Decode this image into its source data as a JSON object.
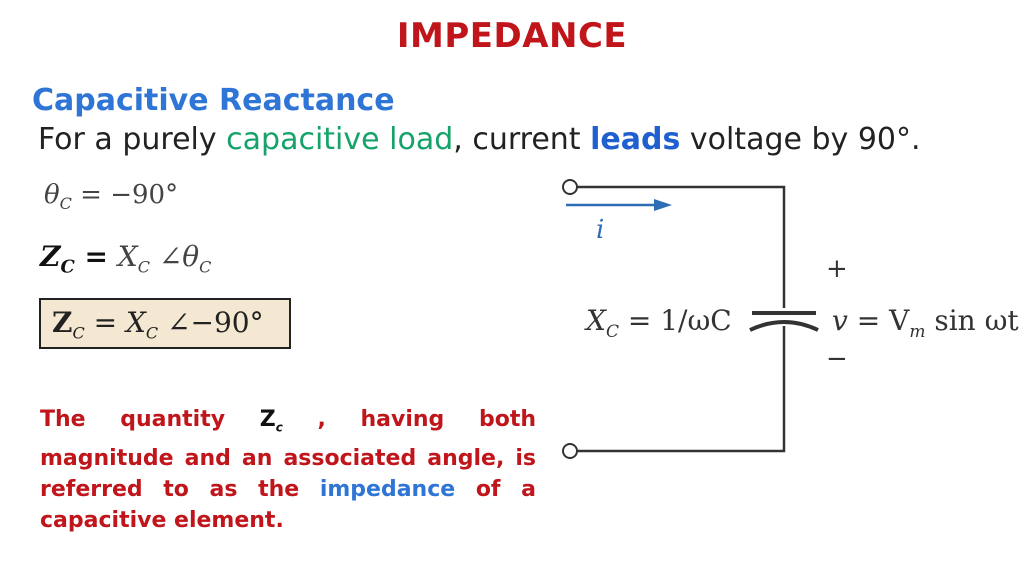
{
  "title": "IMPEDANCE",
  "subtitle": "Capacitive Reactance",
  "statement": {
    "part1": "For a purely ",
    "highlight": "capacitive load",
    "part2": ", current ",
    "emphasis": "leads",
    "part3": " voltage by 90°."
  },
  "equations": {
    "theta": "θ",
    "theta_sub": "C",
    "theta_rhs": " = −90°",
    "zc_lhs": "Z",
    "zc_lhs_sub": "C",
    "zc_eq": " = ",
    "zc_rhs_x": "X",
    "zc_rhs_x_sub": "C",
    "zc_rhs_angle": " ∠θ",
    "zc_rhs_angle_sub": "C",
    "boxed_lhs": "Z",
    "boxed_lhs_sub": "C",
    "boxed_mid": " = X",
    "boxed_mid_sub": "C",
    "boxed_rhs": "  ∠−90°"
  },
  "note": {
    "text1": "The quantity ",
    "symbol": "Z",
    "symbol_sub": "c",
    "text2": " , having both magnitude and an associated angle, is referred to as the ",
    "highlight": "impedance",
    "text3": " of a capacitive element."
  },
  "circuit": {
    "current_label": "i",
    "plus_label": "+",
    "minus_label": "−",
    "xc_label": "X",
    "xc_sub": "C",
    "xc_formula": " =  1/ωC",
    "v_label": "v",
    "v_formula": " =  V",
    "v_sub": "m",
    "v_tail": " sin ωt"
  },
  "colors": {
    "title": "#c0161b",
    "subtitle": "#2e75d6",
    "green": "#16a36a",
    "blue": "#1f5fd0",
    "box_fill": "#f4e8d2",
    "arrow": "#2e6db5"
  }
}
